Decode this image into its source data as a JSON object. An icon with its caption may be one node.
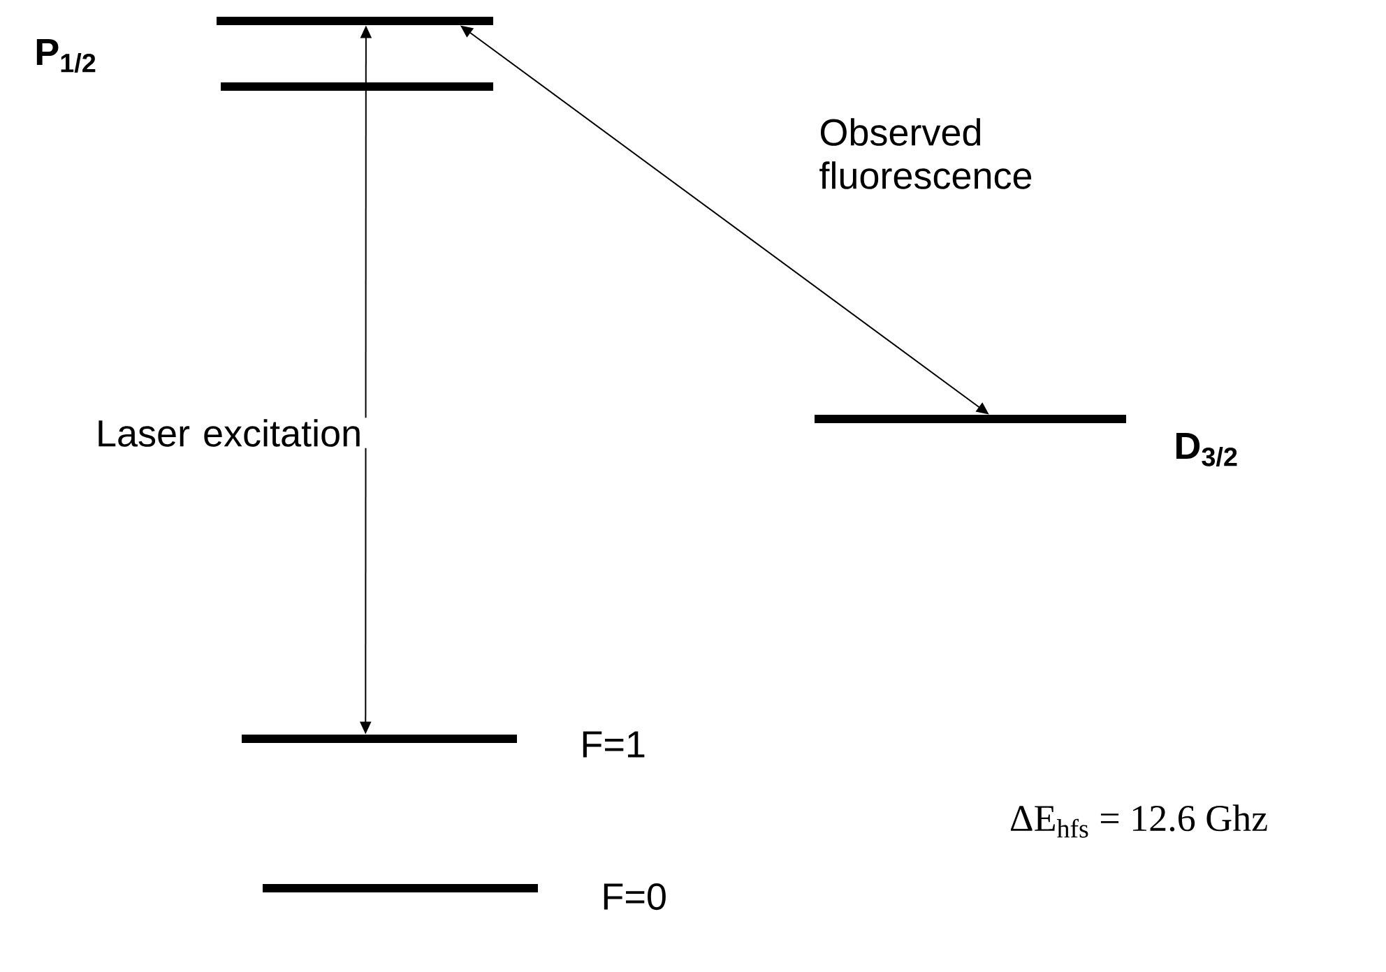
{
  "diagram": {
    "nodes": [
      {
        "text": [],
        "shape": "bar"
      },
      {
        "text": [],
        "shape": "bar"
      },
      {
        "text": [],
        "shape": "bar",
        "beside": [
          "D$_{3/2}$"
        ]
      },
      {
        "text": [],
        "shape": "bar",
        "beside": [
          "F=1"
        ]
      },
      {
        "text": [],
        "shape": "bar",
        "beside": [
          "F=0"
        ]
      }
    ],
    "edges": [
      {
        "from": 3,
        "to": 0,
        "arrow": "both",
        "label": "Laser excitation"
      },
      {
        "from": 0,
        "to": 2,
        "arrow": "both",
        "label": "Observed fluorescence"
      }
    ],
    "labels": [
      "P$_{1/2}$",
      "ΔE$_{hfs}$ = 12.6 Ghz"
    ]
  }
}
